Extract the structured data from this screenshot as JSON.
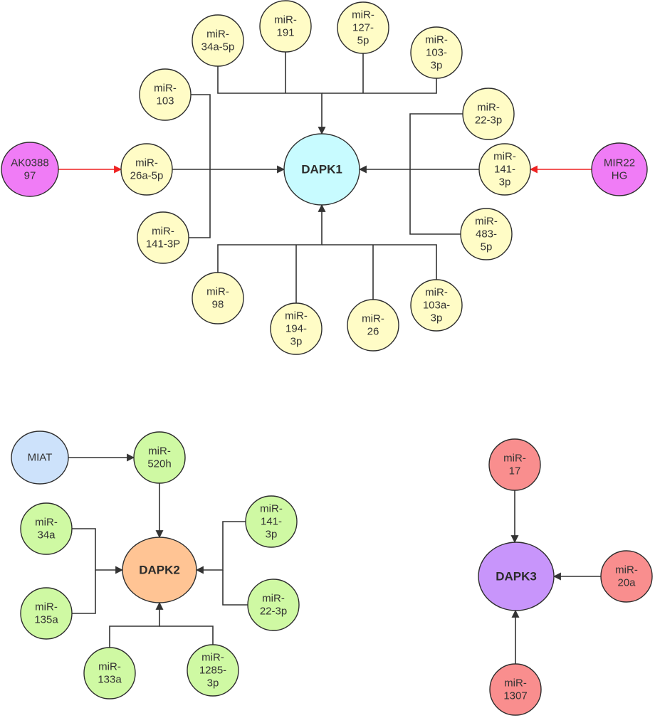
{
  "colors": {
    "mirna_cluster1": "#fffcc6",
    "dapk1": "#c8fbff",
    "lncrna": "#f07cf6",
    "mirna_cluster2": "#cff9a3",
    "miat": "#cde2fb",
    "dapk2": "#ffc494",
    "mirna_cluster3": "#f98e8e",
    "dapk3": "#c895fb",
    "edge": "#333333",
    "edge_lnc": "#ee2222"
  },
  "nodes": [
    {
      "id": "dapk1",
      "label": [
        "DAPK1"
      ],
      "kind": "hub",
      "color": "dapk1"
    },
    {
      "id": "ak038897",
      "label": [
        "AK0388",
        "97"
      ],
      "kind": "lncrna",
      "color": "lncrna"
    },
    {
      "id": "mir26a5p",
      "label": [
        "miR-",
        "26a-5p"
      ],
      "kind": "mirna",
      "color": "mirna_cluster1"
    },
    {
      "id": "mir103",
      "label": [
        "miR-",
        "103"
      ],
      "kind": "mirna",
      "color": "mirna_cluster1"
    },
    {
      "id": "mir141_3p_left",
      "label": [
        "miR-",
        "141-3P"
      ],
      "kind": "mirna",
      "color": "mirna_cluster1"
    },
    {
      "id": "mir34a5p",
      "label": [
        "miR-",
        "34a-5p"
      ],
      "kind": "mirna",
      "color": "mirna_cluster1"
    },
    {
      "id": "mir191",
      "label": [
        "miR-",
        "191"
      ],
      "kind": "mirna",
      "color": "mirna_cluster1"
    },
    {
      "id": "mir1275p",
      "label": [
        "miR-",
        "127-",
        "5p"
      ],
      "kind": "mirna",
      "color": "mirna_cluster1"
    },
    {
      "id": "mir1033p",
      "label": [
        "miR-",
        "103-",
        "3p"
      ],
      "kind": "mirna",
      "color": "mirna_cluster1"
    },
    {
      "id": "mir223p_right",
      "label": [
        "miR-",
        "22-3p"
      ],
      "kind": "mirna",
      "color": "mirna_cluster1"
    },
    {
      "id": "mir1413p_right",
      "label": [
        "miR-",
        "141-",
        "3p"
      ],
      "kind": "mirna",
      "color": "mirna_cluster1"
    },
    {
      "id": "mir4835p",
      "label": [
        "miR-",
        "483-",
        "5p"
      ],
      "kind": "mirna",
      "color": "mirna_cluster1"
    },
    {
      "id": "mir22hg",
      "label": [
        "MIR22",
        "HG"
      ],
      "kind": "lncrna",
      "color": "lncrna"
    },
    {
      "id": "mir98",
      "label": [
        "miR-",
        "98"
      ],
      "kind": "mirna",
      "color": "mirna_cluster1"
    },
    {
      "id": "mir1943p",
      "label": [
        "miR-",
        "194-",
        "3p"
      ],
      "kind": "mirna",
      "color": "mirna_cluster1"
    },
    {
      "id": "mir26",
      "label": [
        "miR-",
        "26"
      ],
      "kind": "mirna",
      "color": "mirna_cluster1"
    },
    {
      "id": "mir103a3p",
      "label": [
        "miR-",
        "103a-",
        "3p"
      ],
      "kind": "mirna",
      "color": "mirna_cluster1"
    },
    {
      "id": "dapk2",
      "label": [
        "DAPK2"
      ],
      "kind": "hub",
      "color": "dapk2"
    },
    {
      "id": "miat",
      "label": [
        "MIAT"
      ],
      "kind": "lncrna",
      "color": "miat"
    },
    {
      "id": "mir520h",
      "label": [
        "miR-",
        "520h"
      ],
      "kind": "mirna",
      "color": "mirna_cluster2"
    },
    {
      "id": "mir34a",
      "label": [
        "miR-",
        "34a"
      ],
      "kind": "mirna",
      "color": "mirna_cluster2"
    },
    {
      "id": "mir135a",
      "label": [
        "miR-",
        "135a"
      ],
      "kind": "mirna",
      "color": "mirna_cluster2"
    },
    {
      "id": "mir133a",
      "label": [
        "miR-",
        "133a"
      ],
      "kind": "mirna",
      "color": "mirna_cluster2"
    },
    {
      "id": "mir12853p",
      "label": [
        "miR-",
        "1285-",
        "3p"
      ],
      "kind": "mirna",
      "color": "mirna_cluster2"
    },
    {
      "id": "mir1413p_c2",
      "label": [
        "miR-",
        "141-",
        "3p"
      ],
      "kind": "mirna",
      "color": "mirna_cluster2"
    },
    {
      "id": "mir223p_c2",
      "label": [
        "miR-",
        "22-3p"
      ],
      "kind": "mirna",
      "color": "mirna_cluster2"
    },
    {
      "id": "dapk3",
      "label": [
        "DAPK3"
      ],
      "kind": "hub",
      "color": "dapk3"
    },
    {
      "id": "mir17",
      "label": [
        "miR-",
        "17"
      ],
      "kind": "mirna",
      "color": "mirna_cluster3"
    },
    {
      "id": "mir20a",
      "label": [
        "miR-",
        "20a"
      ],
      "kind": "mirna",
      "color": "mirna_cluster3"
    },
    {
      "id": "mir1307",
      "label": [
        "miR-",
        "1307"
      ],
      "kind": "mirna",
      "color": "mirna_cluster3"
    }
  ],
  "edges": [
    {
      "from": "ak038897",
      "to": "mir26a5p",
      "type": "lncrna"
    },
    {
      "from": "mir22hg",
      "to": "mir1413p_right",
      "type": "lncrna"
    },
    {
      "from": "mir26a5p",
      "to": "dapk1",
      "type": "regulates"
    },
    {
      "from": "mir103",
      "to": "dapk1",
      "type": "regulates"
    },
    {
      "from": "mir141_3p_left",
      "to": "dapk1",
      "type": "regulates"
    },
    {
      "from": "mir34a5p",
      "to": "dapk1",
      "type": "regulates"
    },
    {
      "from": "mir191",
      "to": "dapk1",
      "type": "regulates"
    },
    {
      "from": "mir1275p",
      "to": "dapk1",
      "type": "regulates"
    },
    {
      "from": "mir1033p",
      "to": "dapk1",
      "type": "regulates"
    },
    {
      "from": "mir223p_right",
      "to": "dapk1",
      "type": "regulates"
    },
    {
      "from": "mir1413p_right",
      "to": "dapk1",
      "type": "regulates"
    },
    {
      "from": "mir4835p",
      "to": "dapk1",
      "type": "regulates"
    },
    {
      "from": "mir98",
      "to": "dapk1",
      "type": "regulates"
    },
    {
      "from": "mir1943p",
      "to": "dapk1",
      "type": "regulates"
    },
    {
      "from": "mir26",
      "to": "dapk1",
      "type": "regulates"
    },
    {
      "from": "mir103a3p",
      "to": "dapk1",
      "type": "regulates"
    },
    {
      "from": "miat",
      "to": "mir520h",
      "type": "regulates"
    },
    {
      "from": "mir520h",
      "to": "dapk2",
      "type": "regulates"
    },
    {
      "from": "mir34a",
      "to": "dapk2",
      "type": "regulates"
    },
    {
      "from": "mir135a",
      "to": "dapk2",
      "type": "regulates"
    },
    {
      "from": "mir133a",
      "to": "dapk2",
      "type": "regulates"
    },
    {
      "from": "mir12853p",
      "to": "dapk2",
      "type": "regulates"
    },
    {
      "from": "mir1413p_c2",
      "to": "dapk2",
      "type": "regulates"
    },
    {
      "from": "mir223p_c2",
      "to": "dapk2",
      "type": "regulates"
    },
    {
      "from": "mir17",
      "to": "dapk3",
      "type": "regulates"
    },
    {
      "from": "mir20a",
      "to": "dapk3",
      "type": "regulates"
    },
    {
      "from": "mir1307",
      "to": "dapk3",
      "type": "regulates"
    }
  ]
}
